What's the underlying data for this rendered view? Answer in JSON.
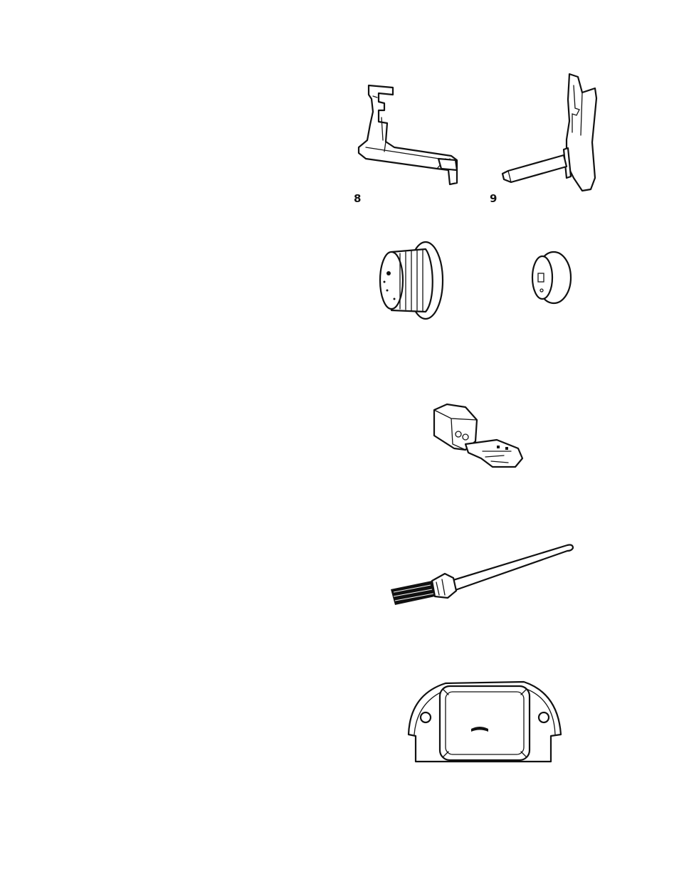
{
  "figures": [
    {
      "number": "8",
      "item": "bracket-clip"
    },
    {
      "number": "9",
      "item": "spool-pin-holder"
    },
    {
      "number": "",
      "item": "large-spool-cap"
    },
    {
      "number": "",
      "item": "small-spool-cap"
    },
    {
      "number": "",
      "item": "presser-foot"
    },
    {
      "number": "",
      "item": "lint-brush"
    },
    {
      "number": "",
      "item": "needle-plate"
    }
  ],
  "ink_color": "#111111",
  "paper_color": "#ffffff"
}
